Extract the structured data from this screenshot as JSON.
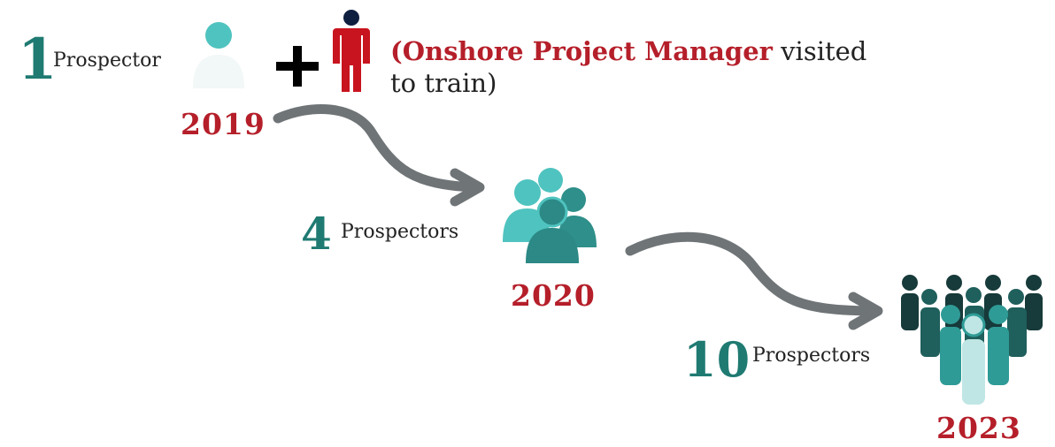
{
  "stages": [
    {
      "count": "1",
      "label": "Prospector",
      "year": "2019"
    },
    {
      "count": "4",
      "label": "Prospectors",
      "year": "2020"
    },
    {
      "count": "10",
      "label": "Prospectors",
      "year": "2023"
    }
  ],
  "note": {
    "highlight": "(Onshore Project Manager",
    "rest": " visited to train)"
  },
  "plus_symbol": "+",
  "icons": {
    "stage1": "single-person-icon",
    "manager": "manager-person-icon",
    "stage2": "group-of-four-icon",
    "stage3": "crowd-of-ten-icon",
    "arrow1": "curved-arrow-icon",
    "arrow2": "curved-arrow-icon"
  },
  "colors": {
    "teal": "#1f7a72",
    "teal_light": "#4fc3bf",
    "red": "#b51f2a",
    "arrow": "#6f7477"
  }
}
